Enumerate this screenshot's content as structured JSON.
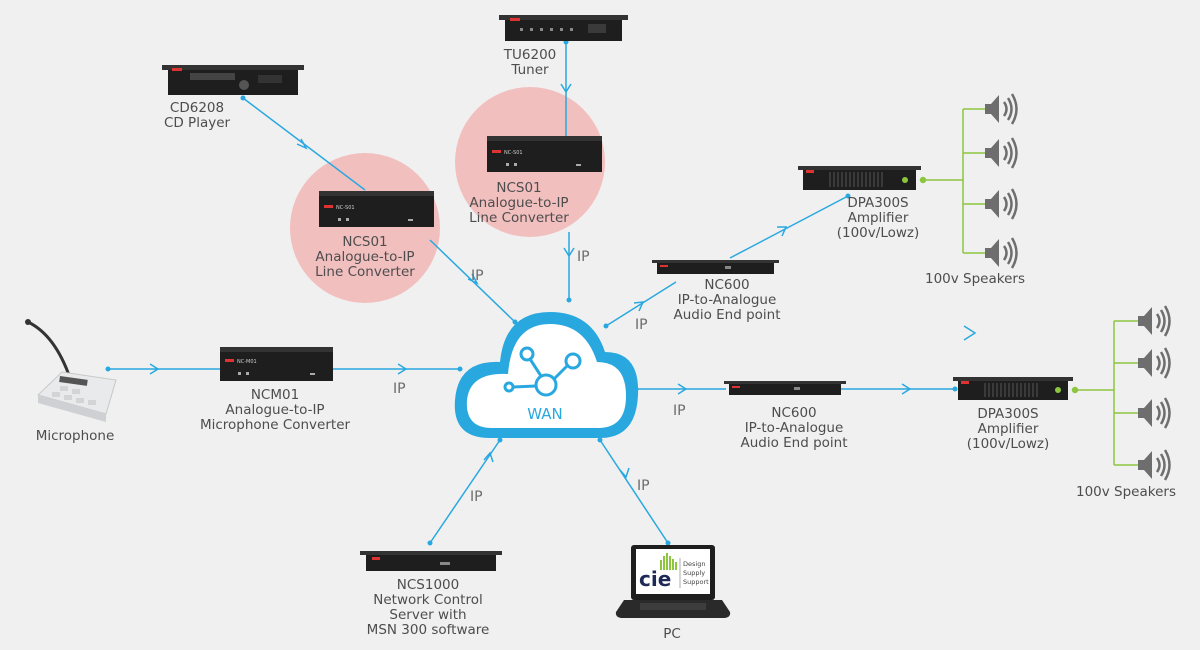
{
  "wan": {
    "label": "WAN"
  },
  "devices": {
    "tu6200": {
      "model": "TU6200",
      "desc": "Tuner"
    },
    "cd6208": {
      "model": "CD6208",
      "desc": "CD Player"
    },
    "ncs01_left": {
      "model": "NCS01",
      "line1": "Analogue-to-IP",
      "line2": "Line Converter"
    },
    "ncs01_center": {
      "model": "NCS01",
      "line1": "Analogue-to-IP",
      "line2": "Line Converter"
    },
    "ncm01": {
      "model": "NCM01",
      "line1": "Analogue-to-IP",
      "line2": "Microphone Converter"
    },
    "microphone": {
      "label": "Microphone"
    },
    "nc600_top": {
      "model": "NC600",
      "line1": "IP-to-Analogue",
      "line2": "Audio End point"
    },
    "nc600_mid": {
      "model": "NC600",
      "line1": "IP-to-Analogue",
      "line2": "Audio End point"
    },
    "dpa300s_top": {
      "model": "DPA300S",
      "line1": "Amplifier",
      "line2": "(100v/Lowz)"
    },
    "dpa300s_mid": {
      "model": "DPA300S",
      "line1": "Amplifier",
      "line2": "(100v/Lowz)"
    },
    "speakers_top": {
      "label": "100v Speakers"
    },
    "speakers_mid": {
      "label": "100v Speakers"
    },
    "ncs1000": {
      "model": "NCS1000",
      "line1": "Network Control",
      "line2": "Server with",
      "line3": "MSN 300 software"
    },
    "pc": {
      "label": "PC",
      "screen_logo": "cie",
      "screen_text1": "Design",
      "screen_text2": "Supply",
      "screen_text3": "Support"
    }
  },
  "connections": {
    "ip_label": "IP"
  },
  "device_face": {
    "ncs01": "NC-S01",
    "ncm01": "NC-M01"
  },
  "colors": {
    "link": "#29a8e0",
    "speaker_line": "#8cc63f",
    "highlight": "#f0bcbc",
    "cloud": "#29a8e0",
    "device": "#222222"
  }
}
